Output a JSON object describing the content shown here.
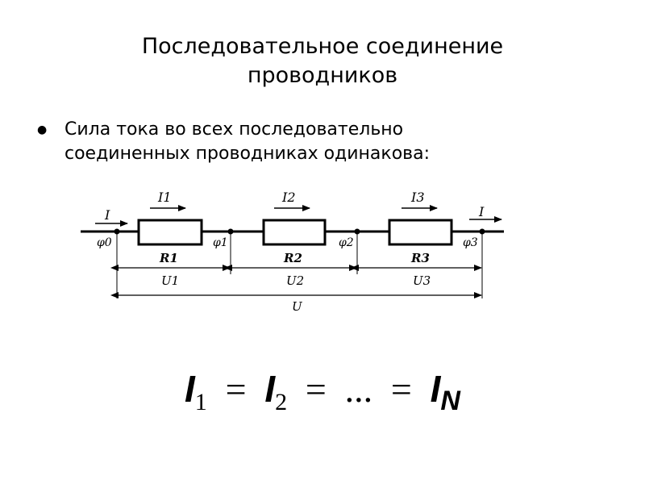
{
  "slide": {
    "title_line1": "Последовательное соединение",
    "title_line2": "проводников",
    "bullet": {
      "line1": "Сила тока во всех последовательно",
      "line2": "соединенных проводниках одинакова:"
    }
  },
  "diagram": {
    "current_in": "I",
    "current_out": "I",
    "branch_currents": [
      "I1",
      "I2",
      "I3"
    ],
    "resistors": [
      "R1",
      "R2",
      "R3"
    ],
    "potentials": [
      "φ0",
      "φ1",
      "φ2",
      "φ3"
    ],
    "voltages": [
      "U1",
      "U2",
      "U3"
    ],
    "total_voltage": "U"
  },
  "formula": {
    "symbol": "I",
    "sub1": "1",
    "sub2": "2",
    "subN": "N",
    "equals": "=",
    "ellipsis": "..."
  }
}
